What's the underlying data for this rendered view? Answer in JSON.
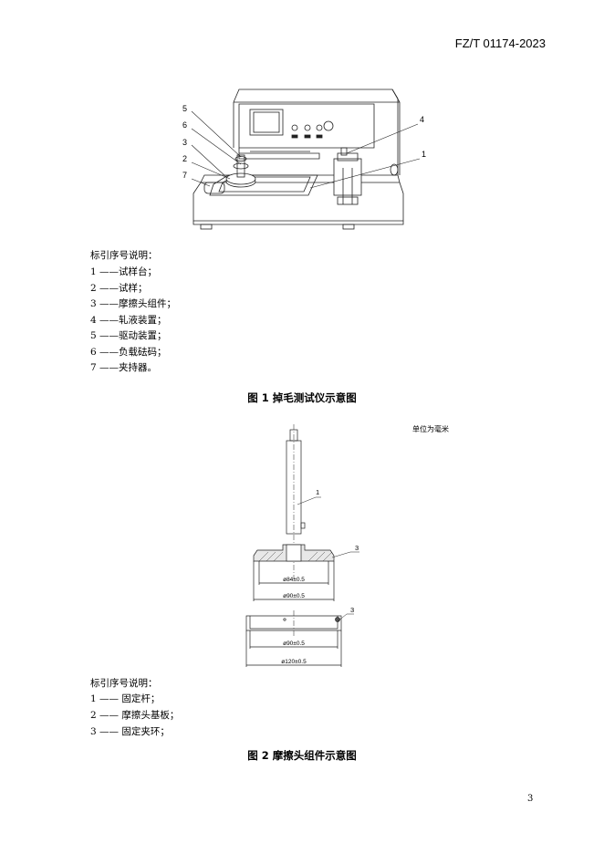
{
  "header": {
    "standard_code": "FZ/T 01174-2023"
  },
  "figure1": {
    "callouts": [
      "5",
      "6",
      "3",
      "2",
      "7",
      "4",
      "1"
    ],
    "legend_title": "标引序号说明：",
    "legend": [
      "1 ——试样台；",
      "2 ——试样；",
      "3 ——摩擦头组件；",
      "4 ——轧液装置；",
      "5 ——驱动装置；",
      "6 ——负载砝码；",
      "7 ——夹持器。"
    ],
    "caption": "图 1  掉毛测试仪示意图"
  },
  "figure2": {
    "unit_note": "单位为毫米",
    "callouts": [
      "1",
      "3",
      "3"
    ],
    "dimensions": [
      "ø84±0.5",
      "ø90±0.5",
      "ø90±0.5",
      "ø120±0.5"
    ],
    "legend_title": "标引序号说明：",
    "legend": [
      "1 —— 固定杆；",
      "2 —— 摩擦头基板；",
      "3 —— 固定夹环；"
    ],
    "caption": "图 2  摩擦头组件示意图"
  },
  "footer": {
    "page_number": "3"
  }
}
